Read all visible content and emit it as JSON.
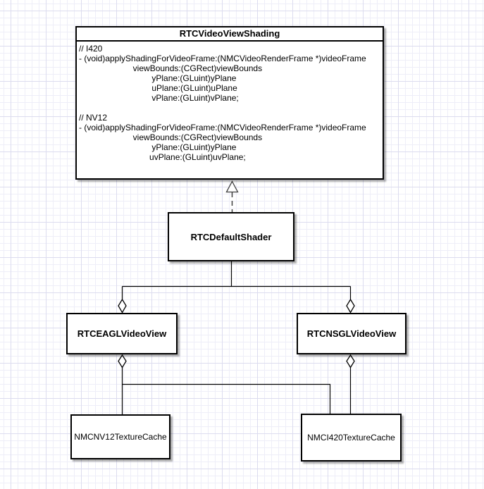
{
  "classes": {
    "shading": {
      "name": "RTCVideoViewShading",
      "body": "// I420\n- (void)applyShadingForVideoFrame:(NMCVideoRenderFrame *)videoFrame\n                       viewBounds:(CGRect)viewBounds\n                               yPlane:(GLuint)yPlane\n                               uPlane:(GLuint)uPlane\n                               vPlane:(GLuint)vPlane;\n\n// NV12\n- (void)applyShadingForVideoFrame:(NMCVideoRenderFrame *)videoFrame\n                       viewBounds:(CGRect)viewBounds\n                               yPlane:(GLuint)yPlane\n                              uvPlane:(GLuint)uvPlane;"
    },
    "default_shader": {
      "name": "RTCDefaultShader"
    },
    "eagl_video_view": {
      "name": "RTCEAGLVideoView"
    },
    "nsgl_video_view": {
      "name": "RTCNSGLVideoView"
    },
    "nv12_texture_cache": {
      "name": "NMCNV12TextureCache"
    },
    "i420_texture_cache": {
      "name": "NMCI420TextureCache"
    }
  },
  "relationships": [
    {
      "type": "realization",
      "source": "RTCDefaultShader",
      "target": "RTCVideoViewShading"
    },
    {
      "type": "aggregation",
      "whole": "RTCEAGLVideoView",
      "part": "RTCDefaultShader"
    },
    {
      "type": "aggregation",
      "whole": "RTCNSGLVideoView",
      "part": "RTCDefaultShader"
    },
    {
      "type": "aggregation",
      "whole": "RTCEAGLVideoView",
      "part": "NMCNV12TextureCache"
    },
    {
      "type": "aggregation",
      "whole": "RTCEAGLVideoView",
      "part": "NMCI420TextureCache"
    },
    {
      "type": "aggregation",
      "whole": "RTCNSGLVideoView",
      "part": "NMCI420TextureCache"
    }
  ],
  "colors": {
    "node_fill": "#ffffff",
    "node_border": "#000000",
    "edge": "#000000",
    "dashed_edge": "#3f3f3f",
    "grid_minor": "#eeeef8",
    "grid_major": "#dcdcef"
  }
}
